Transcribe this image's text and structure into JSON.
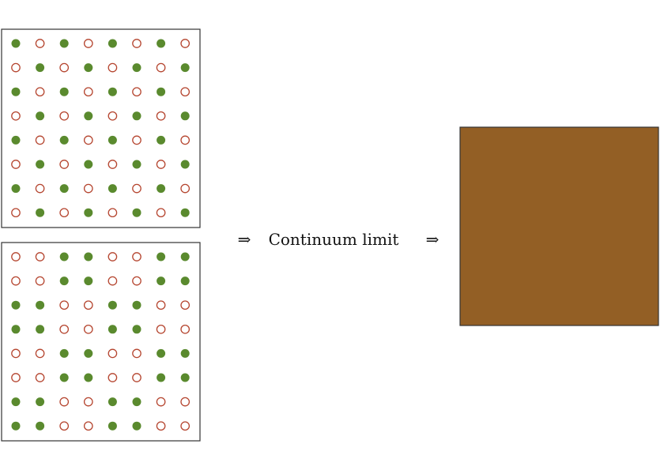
{
  "colors": {
    "filled_dot": "#5a8a2e",
    "open_dot_stroke": "#b5452f",
    "square_fill": "#935f25",
    "border": "#333333"
  },
  "panels": [
    {
      "name": "top-lattice",
      "pattern": "checkerboard",
      "grid": [
        [
          1,
          0,
          1,
          0,
          1,
          0,
          1,
          0
        ],
        [
          0,
          1,
          0,
          1,
          0,
          1,
          0,
          1
        ],
        [
          1,
          0,
          1,
          0,
          1,
          0,
          1,
          0
        ],
        [
          0,
          1,
          0,
          1,
          0,
          1,
          0,
          1
        ],
        [
          1,
          0,
          1,
          0,
          1,
          0,
          1,
          0
        ],
        [
          0,
          1,
          0,
          1,
          0,
          1,
          0,
          1
        ],
        [
          1,
          0,
          1,
          0,
          1,
          0,
          1,
          0
        ],
        [
          0,
          1,
          0,
          1,
          0,
          1,
          0,
          1
        ]
      ]
    },
    {
      "name": "bottom-lattice",
      "pattern": "2x2 blocks",
      "grid": [
        [
          0,
          0,
          1,
          1,
          0,
          0,
          1,
          1
        ],
        [
          0,
          0,
          1,
          1,
          0,
          0,
          1,
          1
        ],
        [
          1,
          1,
          0,
          0,
          1,
          1,
          0,
          0
        ],
        [
          1,
          1,
          0,
          0,
          1,
          1,
          0,
          0
        ],
        [
          0,
          0,
          1,
          1,
          0,
          0,
          1,
          1
        ],
        [
          0,
          0,
          1,
          1,
          0,
          0,
          1,
          1
        ],
        [
          1,
          1,
          0,
          0,
          1,
          1,
          0,
          0
        ],
        [
          1,
          1,
          0,
          0,
          1,
          1,
          0,
          0
        ]
      ]
    }
  ],
  "arrow_left": "⇒",
  "middle_label": "Continuum limit",
  "arrow_right": "⇒"
}
